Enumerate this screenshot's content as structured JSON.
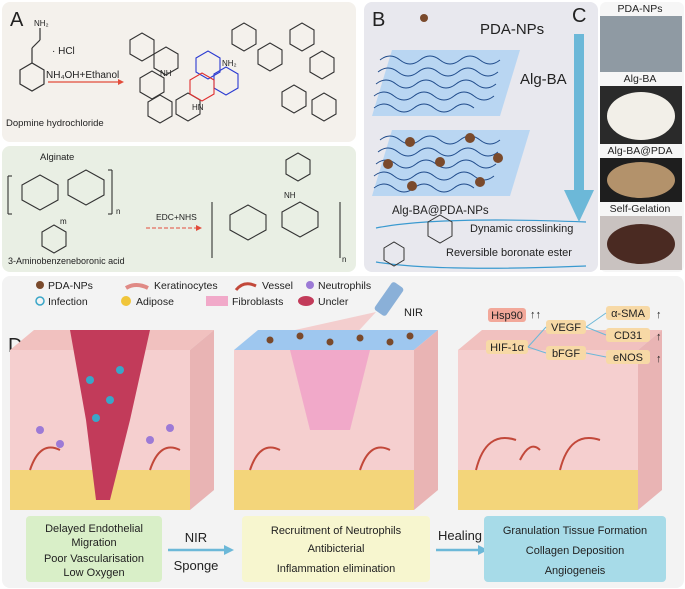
{
  "panels": {
    "A": {
      "label": "A",
      "hcl": "· HCl",
      "reagent": "NH₄OH+Ethanol",
      "dopamine": "Dopmine hydrochloride",
      "alginate": "Alginate",
      "edc": "EDC+NHS",
      "aminobenzene": "3-Aminobenzeneboronic acid",
      "m": "m",
      "n": "n",
      "nh": "NH",
      "nh2": "NH₂",
      "hn": "HN"
    },
    "B": {
      "label": "B",
      "pda": "PDA-NPs",
      "algba": "Alg-BA",
      "algba_pda": "Alg-BA@PDA-NPs",
      "dynamic": "Dynamic crosslinking",
      "reversible": "Reversible boronate ester"
    },
    "C": {
      "label": "C",
      "photos": [
        "PDA-NPs",
        "Alg-BA",
        "Alg-BA@PDA",
        "Self-Gelation"
      ]
    },
    "D": {
      "label": "D",
      "legend": [
        "PDA-NPs",
        "Keratinocytes",
        "Vessel",
        "Neutrophils",
        "Infection",
        "Adipose",
        "Fibroblasts",
        "Uncler"
      ],
      "nir_label": "NIR",
      "molecules": {
        "hsp90": "Hsp90",
        "hif": "HIF-1α",
        "vegf": "VEGF",
        "bfgf": "bFGF",
        "asma": "α-SMA",
        "cd31": "CD31",
        "enos": "eNOS"
      },
      "stage1": [
        "Delayed Endothelial",
        "Migration",
        "Poor Vascularisation",
        "Low Oxygen"
      ],
      "arrow1": [
        "NIR",
        "Sponge"
      ],
      "stage2": [
        "Recruitment of Neutrophils",
        "Antibicterial",
        "Inflammation elimination"
      ],
      "arrow2": "Healing",
      "stage3": [
        "Granulation Tissue Formation",
        "Collagen Deposition",
        "Angiogeneis"
      ]
    }
  },
  "colors": {
    "panelA_bg": "#f4f1ec",
    "panelA2_bg": "#e9efe4",
    "panelB_bg": "#e8e8ee",
    "panelD_bg": "#f3f3f3",
    "pda": "#7a4a2c",
    "tissue": "#f5c6c4",
    "ulcer": "#c23b5a",
    "stage1": "#d9efc8",
    "stage2": "#f7f6cf",
    "stage3": "#a7dbe8",
    "arrow": "#6cb8d8",
    "molecule_box": "#f7d9a6",
    "hsp90": "#f2a89a"
  }
}
